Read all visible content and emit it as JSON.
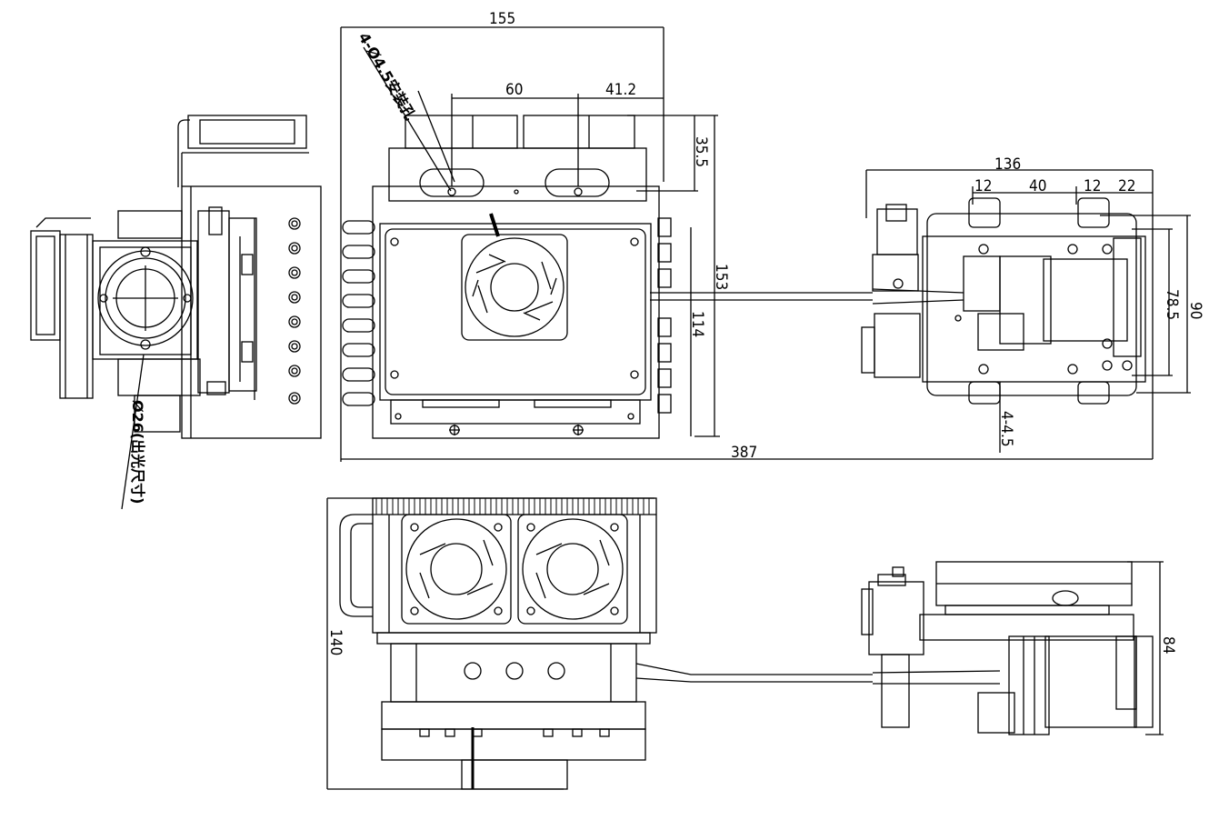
{
  "drawing": {
    "dimensions": {
      "front_width": "155",
      "hole_spacing_60": "60",
      "hole_offset_41_2": "41.2",
      "height_35_5": "35.5",
      "height_153": "153",
      "height_114": "114",
      "total_length": "387",
      "head_width_136": "136",
      "head_12a": "12",
      "head_40": "40",
      "head_12b": "12",
      "head_22": "22",
      "head_78_5": "78.5",
      "head_90": "90",
      "head_holes": "4-4.5",
      "side_height_140": "140",
      "head_side_84": "84"
    },
    "notes": {
      "mount_holes": "4-Ø4.5安装孔",
      "aperture": "Ø26(出光尺寸)"
    },
    "colors": {
      "line": "#000000",
      "background": "#ffffff"
    }
  }
}
